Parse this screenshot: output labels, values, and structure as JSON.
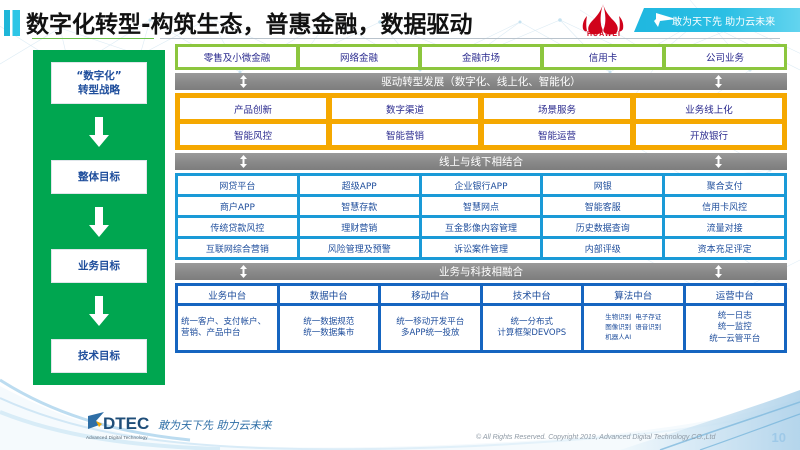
{
  "header": {
    "title": "数字化转型-构筑生态，普惠金融，数据驱动",
    "huawei_wordmark": "HUAWEI",
    "banner_text": "敢为天下先 助力云未来"
  },
  "strategy_column": {
    "items": [
      {
        "label": "“数字化”\n转型战略"
      },
      {
        "label": "整体目标"
      },
      {
        "label": "业务目标"
      },
      {
        "label": "技术目标"
      }
    ]
  },
  "business_lines": {
    "cells": [
      "零售及小微金融",
      "网络金融",
      "金融市场",
      "信用卡",
      "公司业务"
    ]
  },
  "connector_1": {
    "label": "驱动转型发展（数字化、线上化、智能化）"
  },
  "drive_block": {
    "rows": [
      [
        "产品创新",
        "数字渠道",
        "场景服务",
        "业务线上化"
      ],
      [
        "智能风控",
        "智能营销",
        "智能运营",
        "开放银行"
      ]
    ]
  },
  "connector_2": {
    "label": "线上与线下相结合"
  },
  "online_offline_block": {
    "rows": [
      [
        "网贷平台",
        "超级APP",
        "企业银行APP",
        "网银",
        "聚合支付"
      ],
      [
        "商户APP",
        "智慧存款",
        "智慧网点",
        "智能客服",
        "信用卡风控"
      ],
      [
        "传统贷款风控",
        "理财营销",
        "互金影像内容管理",
        "历史数据查询",
        "流量对接"
      ],
      [
        "互联网综合营销",
        "风险管理及预警",
        "诉讼案件管理",
        "内部评级",
        "资本充足评定"
      ]
    ]
  },
  "connector_3": {
    "label": "业务与科技相融合"
  },
  "platform_block": {
    "headers": [
      "业务中台",
      "数据中台",
      "移动中台",
      "技术中台",
      "算法中台",
      "运营中台"
    ],
    "details": [
      "统一客户、支付帐户、营销、产品中台",
      "统一数据规范\n统一数据集市",
      "统一移动开发平台\n多APP统一投放",
      "统一分布式\n计算框架DEVOPS",
      "",
      "统一日志\n统一监控\n统一云管平台"
    ],
    "algorithm_tags": [
      "生物识别",
      "电子存证",
      "图像识别",
      "语音识别",
      "机器人AI"
    ]
  },
  "footer": {
    "logo_text": "DTEC",
    "logo_subtitle": "Advanced Digital Technology",
    "slogan": "敢为天下先   助力云未来",
    "copyright": "© All Rights Reserved. Copyright 2019, Advanced Digital Technology CO.,Ltd",
    "page_number": "10"
  },
  "colors": {
    "green": "#00a650",
    "light_green": "#8cc63e",
    "orange": "#f5a800",
    "blue": "#1a9ad7",
    "navy": "#1565c0",
    "gray_bar": "#8a8a8a",
    "text_blue": "#1f4e9c",
    "huawei_red": "#d0021b",
    "banner_cyan": "#18b5e0"
  }
}
